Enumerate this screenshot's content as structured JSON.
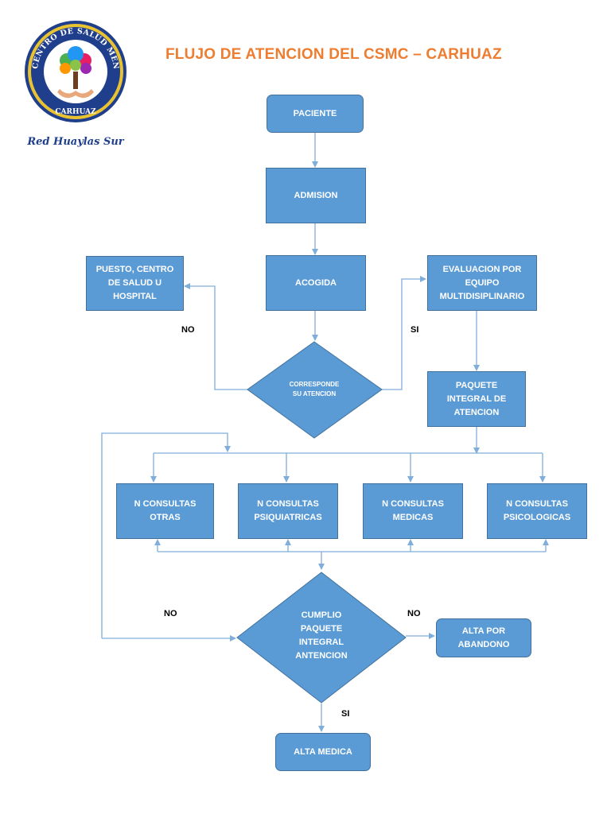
{
  "title": "FLUJO DE ATENCION DEL CSMC – CARHUAZ",
  "logo": {
    "ring_text": "CENTRO DE SALUD MENTAL COMUNITARIO",
    "bottom_text": "CARHUAZ",
    "script_text": "Red Huaylas Sur"
  },
  "nodes": {
    "paciente": "PACIENTE",
    "admision": "ADMISION",
    "acogida": "ACOGIDA",
    "puesto": "PUESTO, CENTRO\nDE SALUD U\nHOSPITAL",
    "evaluacion": "EVALUACION POR\nEQUIPO\nMULTIDISIPLINARIO",
    "corresponde": "CORRESPONDE\nSU ATENCION",
    "paquete": "PAQUETE\nINTEGRAL DE\nATENCION",
    "consultas_otras": "N CONSULTAS\nOTRAS",
    "consultas_psiquiatricas": "N CONSULTAS\nPSIQUIATRICAS",
    "consultas_medicas": "N CONSULTAS\nMEDICAS",
    "consultas_psicologicas": "N CONSULTAS\nPSICOLOGICAS",
    "cumplio": "CUMPLIO\nPAQUETE\nINTEGRAL\nANTENCION",
    "alta_abandono": "ALTA POR\nABANDONO",
    "alta_medica": "ALTA MEDICA"
  },
  "edge_labels": {
    "no_left_top": "NO",
    "si_right_top": "SI",
    "no_left_bottom": "NO",
    "no_right_bottom": "NO",
    "si_bottom": "SI"
  },
  "colors": {
    "node_fill": "#5B9BD5",
    "node_border": "#41719C",
    "title": "#ED7D31",
    "connector": "#7FAEDB"
  }
}
